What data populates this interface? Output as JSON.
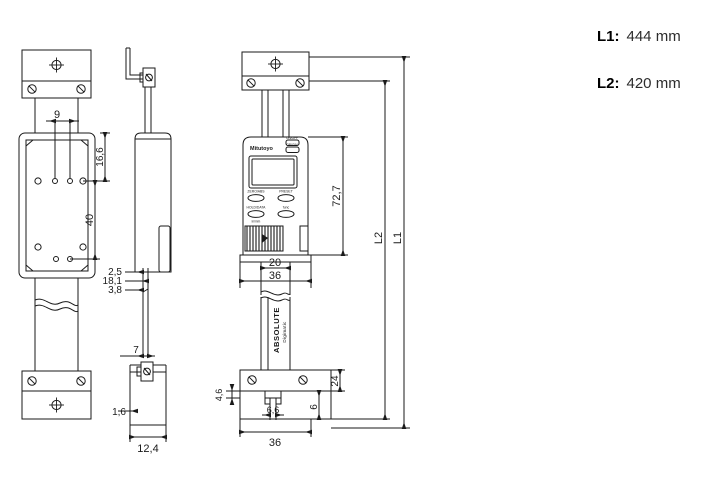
{
  "specs": {
    "rows": [
      {
        "key": "L1:",
        "value": "444 mm"
      },
      {
        "key": "L2:",
        "value": "420 mm"
      }
    ]
  },
  "drawing": {
    "type": "technical-orthographic-drawing",
    "subject": "Mitutoyo digital depth gauge",
    "brand_text": "Mitutoyo",
    "body_text_vertical": "ABSOLUTE",
    "body_subtext_vertical": "Digimatic",
    "views": {
      "front": {
        "name": "front-view"
      },
      "side": {
        "name": "side-view"
      },
      "main": {
        "name": "main-view"
      }
    },
    "buttons": [
      {
        "name": "on-off-button",
        "label_top": "ON/OFF",
        "label_bottom": "ORIGIN"
      },
      {
        "name": "zero-abs-button",
        "label": "ZERO/ABS"
      },
      {
        "name": "preset-button",
        "label": "PRESET"
      },
      {
        "name": "hold-data-button",
        "label": "HOLD/DATA",
        "sublabel": "in/mm"
      },
      {
        "name": "function-button",
        "label": "func"
      }
    ],
    "dimensions": {
      "front_view": [
        {
          "name": "dim-9",
          "value": "9"
        },
        {
          "name": "dim-16-6",
          "value": "16,6"
        },
        {
          "name": "dim-40",
          "value": "40"
        }
      ],
      "side_view": [
        {
          "name": "dim-2-5",
          "value": "2,5"
        },
        {
          "name": "dim-18-1",
          "value": "18,1"
        },
        {
          "name": "dim-3-8",
          "value": "3,8"
        },
        {
          "name": "dim-7",
          "value": "7"
        },
        {
          "name": "dim-1-6",
          "value": "1,6"
        },
        {
          "name": "dim-12-4",
          "value": "12,4"
        }
      ],
      "main_view": [
        {
          "name": "dim-72-7",
          "value": "72,7"
        },
        {
          "name": "dim-20",
          "value": "20"
        },
        {
          "name": "dim-36-upper",
          "value": "36"
        },
        {
          "name": "dim-4-6",
          "value": "4,6"
        },
        {
          "name": "dim-6-6",
          "value": "6,6"
        },
        {
          "name": "dim-36-lower",
          "value": "36"
        },
        {
          "name": "dim-24",
          "value": "24"
        },
        {
          "name": "dim-6",
          "value": "6"
        }
      ],
      "overall": [
        {
          "name": "dim-l2",
          "value": "L2"
        },
        {
          "name": "dim-l1",
          "value": "L1"
        }
      ]
    },
    "colors": {
      "line": "#1a1a1a",
      "background": "#ffffff",
      "text": "#1a1a1a"
    }
  }
}
